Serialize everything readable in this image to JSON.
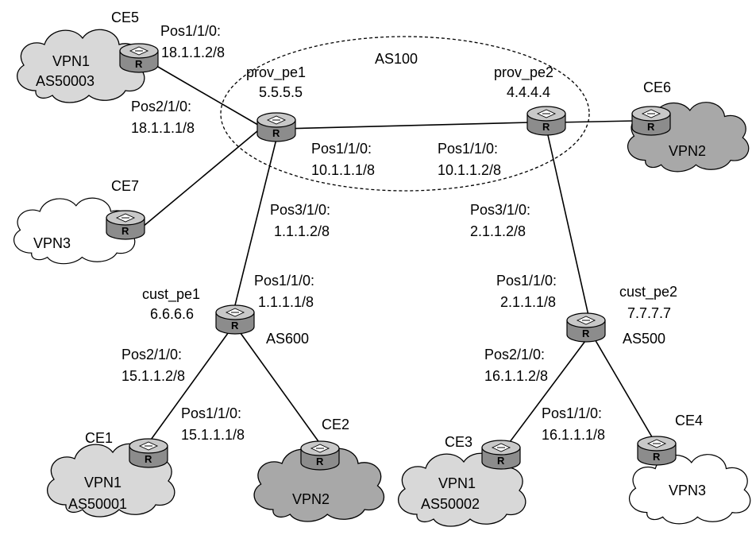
{
  "diagram": {
    "as100": "AS100",
    "clouds": {
      "ce5": {
        "line1": "VPN1",
        "line2": "AS50003"
      },
      "ce7": {
        "line1": "VPN3"
      },
      "ce6": {
        "line1": "VPN2"
      },
      "ce1": {
        "line1": "VPN1",
        "line2": "AS50001"
      },
      "ce2": {
        "line1": "VPN2"
      },
      "ce3": {
        "line1": "VPN1",
        "line2": "AS50002"
      },
      "ce4": {
        "line1": "VPN3"
      }
    },
    "routers": {
      "ce5": {
        "name": "CE5",
        "glyph": "R"
      },
      "ce7": {
        "name": "CE7",
        "glyph": "R"
      },
      "ce6": {
        "name": "CE6",
        "glyph": "R"
      },
      "prov_pe1": {
        "name": "prov_pe1",
        "id": "5.5.5.5",
        "glyph": "R"
      },
      "prov_pe2": {
        "name": "prov_pe2",
        "id": "4.4.4.4",
        "glyph": "R"
      },
      "cust_pe1": {
        "name": "cust_pe1",
        "id": "6.6.6.6",
        "as": "AS600",
        "glyph": "R"
      },
      "cust_pe2": {
        "name": "cust_pe2",
        "id": "7.7.7.7",
        "as": "AS500",
        "glyph": "R"
      },
      "ce1": {
        "name": "CE1",
        "glyph": "R"
      },
      "ce2": {
        "name": "CE2",
        "glyph": "R"
      },
      "ce3": {
        "name": "CE3",
        "glyph": "R"
      },
      "ce4": {
        "name": "CE4",
        "glyph": "R"
      }
    },
    "interfaces": {
      "ce5_pos": {
        "name": "Pos1/1/0:",
        "ip": "18.1.1.2/8"
      },
      "pe1_pos2": {
        "name": "Pos2/1/0:",
        "ip": "18.1.1.1/8"
      },
      "pe1_pos1": {
        "name": "Pos1/1/0:",
        "ip": "10.1.1.1/8"
      },
      "pe2_pos1": {
        "name": "Pos1/1/0:",
        "ip": "10.1.1.2/8"
      },
      "pe1_pos3": {
        "name": "Pos3/1/0:",
        "ip": "1.1.1.2/8"
      },
      "pe2_pos3": {
        "name": "Pos3/1/0:",
        "ip": "2.1.1.2/8"
      },
      "cpe1_pos1": {
        "name": "Pos1/1/0:",
        "ip": "1.1.1.1/8"
      },
      "cpe2_pos1": {
        "name": "Pos1/1/0:",
        "ip": "2.1.1.1/8"
      },
      "cpe1_pos2": {
        "name": "Pos2/1/0:",
        "ip": "15.1.1.2/8"
      },
      "ce1_pos1": {
        "name": "Pos1/1/0:",
        "ip": "15.1.1.1/8"
      },
      "cpe2_pos2": {
        "name": "Pos2/1/0:",
        "ip": "16.1.1.2/8"
      },
      "ce3_pos1": {
        "name": "Pos1/1/0:",
        "ip": "16.1.1.1/8"
      }
    },
    "colors": {
      "cloud_light": "#d8d8d8",
      "cloud_dark": "#a8a8a8",
      "cloud_white": "#ffffff",
      "router_body": "#8c8c8c",
      "router_top": "#c8c8c8"
    }
  }
}
